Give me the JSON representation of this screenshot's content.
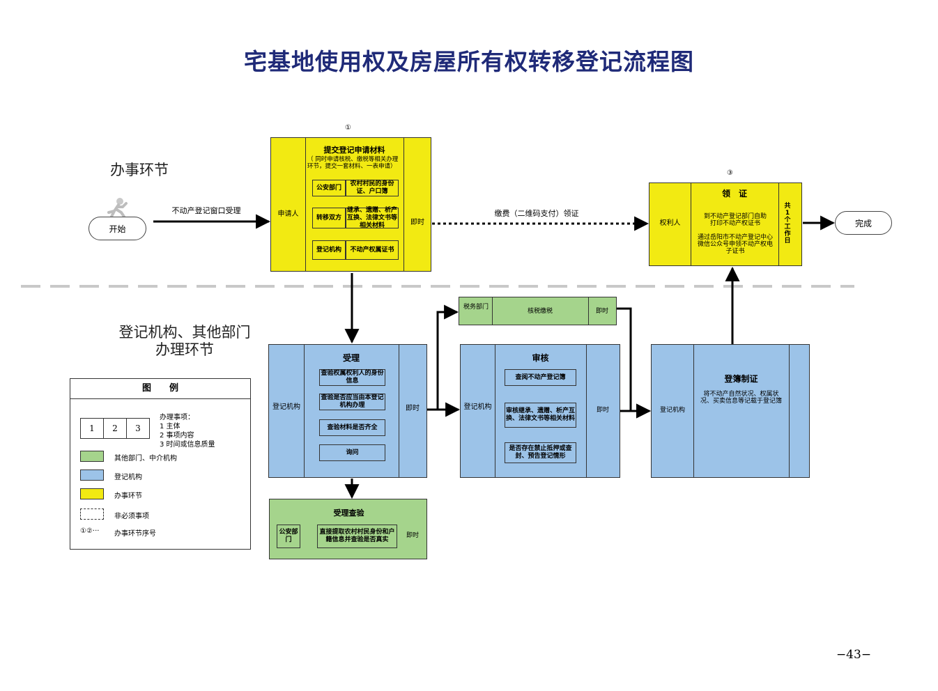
{
  "title": "宅基地使用权及房屋所有权转移登记流程图",
  "sections": {
    "top": "办事环节",
    "bottom": "登记机构、其他部门办理环节"
  },
  "start": {
    "label": "开始",
    "edge_label": "不动产登记窗口受理"
  },
  "step1": {
    "marker": "①",
    "subject": "申请人",
    "heading": "提交登记申请材料",
    "note": "（ 同时申请核税、缴税等相关办理环节，提交一套材料、一表申请）",
    "rows": [
      {
        "dept": "公安部门",
        "item": "农村村民的身份证、户口簿"
      },
      {
        "dept": "转移双方",
        "item": "继承、遗赠、析产互换、法律文书等相关材料"
      },
      {
        "dept": "登记机构",
        "item": "不动产权属证书"
      }
    ],
    "time": "即时"
  },
  "pay_edge_label": "缴费（二维码支付）领证",
  "step3": {
    "marker": "③",
    "subject": "权利人",
    "heading": "领　证",
    "text1": "到不动产登记部门自助打印不动产权证书",
    "text2": "通过岳阳市不动产登记中心微信公众号申领不动产权电子证书",
    "time": "共1个工作日"
  },
  "end": {
    "label": "完成"
  },
  "accept": {
    "subject": "登记机构",
    "heading": "受理",
    "items": [
      "查验权属权利人的身份信息",
      "查验是否应当由本登记机构办理",
      "查验材料是否齐全",
      "询问"
    ],
    "time": "即时"
  },
  "accept_check": {
    "heading": "受理查验",
    "dept": "公安部门",
    "item": "直接提取农村村民身份和户籍信息并查验是否真实",
    "time": "即时"
  },
  "tax": {
    "dept": "税务部门",
    "item": "核税缴税",
    "time": "即时"
  },
  "review": {
    "subject": "登记机构",
    "heading": "审核",
    "items": [
      "查阅不动产登记簿",
      "审核继承、遗赠、析产互换、法律文书等相关材料",
      "是否存在禁止抵押或查封、预告登记情形"
    ],
    "time": "即时"
  },
  "register": {
    "subject": "登记机构",
    "heading": "登簿制证",
    "text": "将不动产自然状况、权属状况、买卖信息等记载于登记簿"
  },
  "legend": {
    "title": "图　　例",
    "cells": [
      "1",
      "2",
      "3"
    ],
    "desc_title": "办理事项：",
    "desc_lines": [
      "1 主体",
      "2 事项内容",
      "3 时间或信息质量"
    ],
    "items": [
      {
        "label": "其他部门、中介机构",
        "color": "#a5d48c"
      },
      {
        "label": "登记机构",
        "color": "#9cc3e8"
      },
      {
        "label": "办事环节",
        "color": "#f2ea12"
      },
      {
        "label": "非必须事项"
      },
      {
        "symbol": "①②···",
        "label": "办事环节序号"
      }
    ]
  },
  "page_number": "−43−"
}
